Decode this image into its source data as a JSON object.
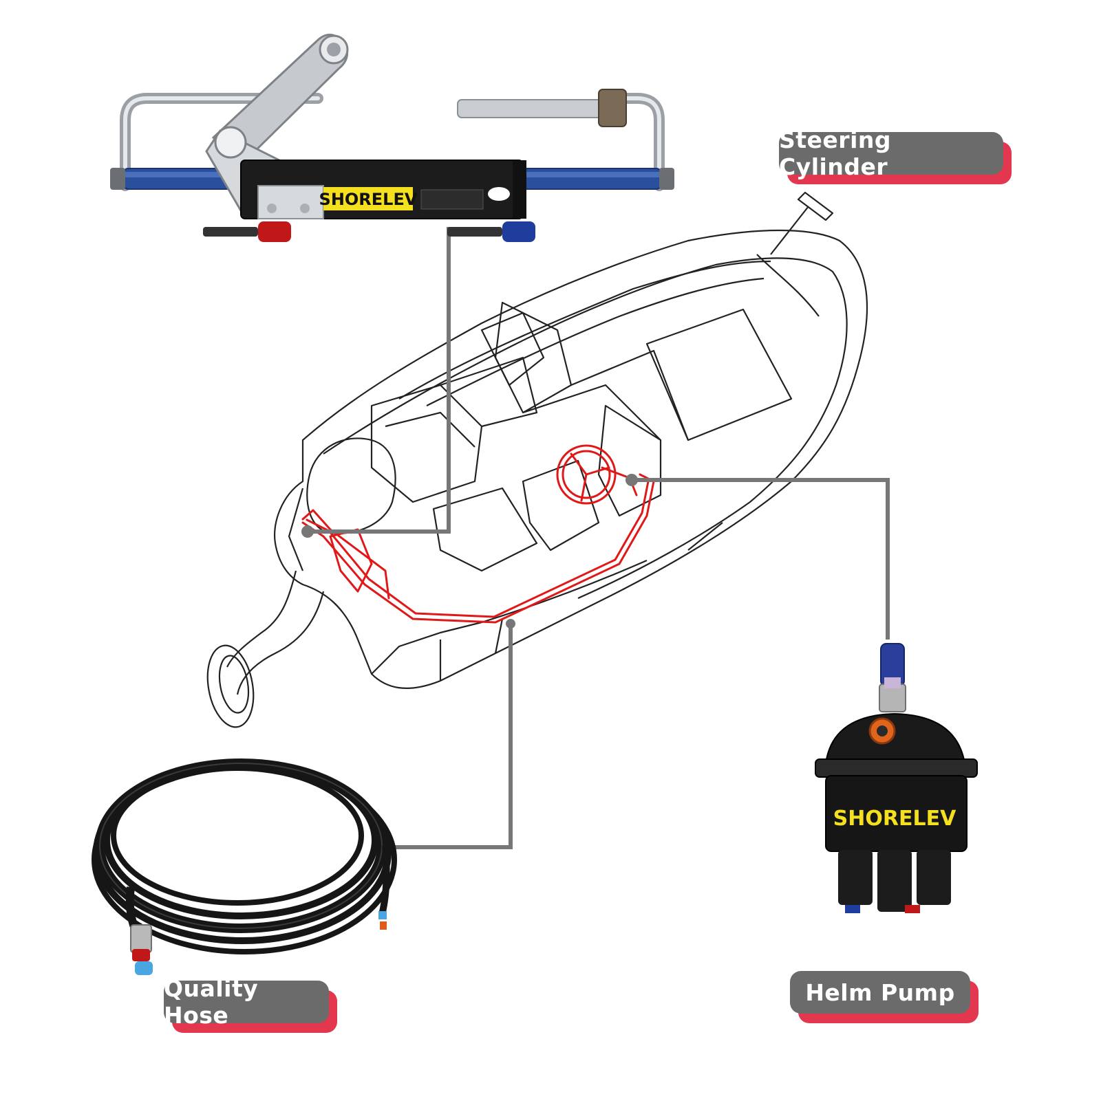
{
  "labels": {
    "steering_cylinder": "Steering Cylinder",
    "quality_hose": "Quality Hose",
    "helm_pump": "Helm Pump"
  },
  "brand": {
    "cylinder_brand": "SHORELEV",
    "pump_brand": "SHORELEV"
  },
  "colors": {
    "label_bg": "#6b6b6b",
    "label_shadow": "#e2374f",
    "connector_line": "#777777",
    "hydraulic_line": "#e01818",
    "brand_yellow": "#f4e01e"
  },
  "icons": [
    "steering-cylinder-icon",
    "boat-outline-icon",
    "helm-pump-icon",
    "hose-coil-icon"
  ]
}
